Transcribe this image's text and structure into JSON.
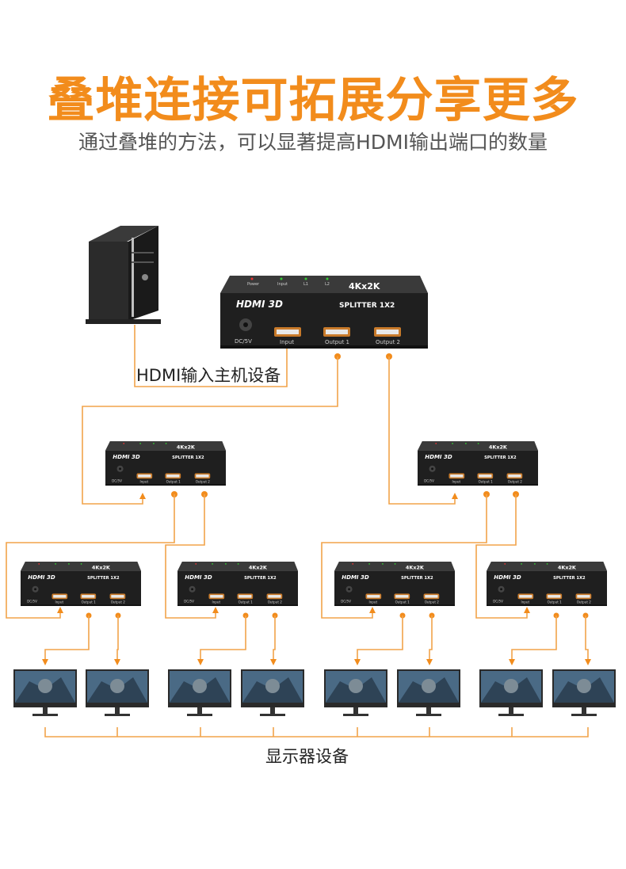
{
  "header": {
    "title": "叠堆连接可拓展分享更多",
    "subtitle": "通过叠堆的方法，可以显著提高HDMI输出端口的数量"
  },
  "labels": {
    "host": "HDMI输入主机设备",
    "displays": "显示器设备"
  },
  "device": {
    "resolution": "4Kx2K",
    "brand": "HDMI 3D",
    "model": "SPLITTER 1X2",
    "power_port": "DC/5V",
    "input_port": "Input",
    "output1_port": "Output 1",
    "output2_port": "Output 2",
    "led_power": "Power",
    "led_input": "Input",
    "led_l1": "L1",
    "led_l2": "L2"
  },
  "colors": {
    "accent": "#f28c1c",
    "wire": "#f2a34a",
    "device": "#1f1f1f"
  }
}
